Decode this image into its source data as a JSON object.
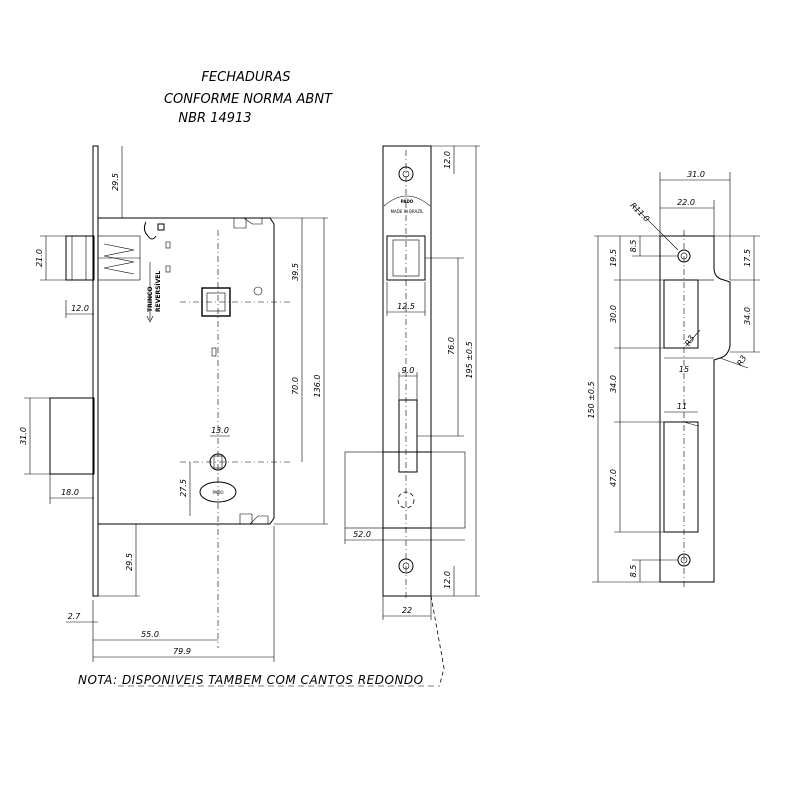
{
  "title": {
    "line1": "FECHADURAS",
    "line2": "CONFORME NORMA ABNT",
    "line3": "NBR 14913"
  },
  "front_view": {
    "labels": {
      "trinco": "TRINCO",
      "reversivel": "REVERSÍVEL"
    },
    "dims": {
      "top_offset": "29.5",
      "latch_height": "21.0",
      "latch_projection": "12.0",
      "deadbolt_height": "31.0",
      "deadbolt_projection": "18.0",
      "bottom_offset": "29.5",
      "faceplate_thickness": "2.7",
      "backset": "55.0",
      "overall_width": "79.9",
      "handle_to_top": "39.5",
      "handle_to_cylinder": "70.0",
      "case_height": "136.0",
      "cylinder_width": "13.0",
      "cylinder_height": "27.5"
    }
  },
  "side_view": {
    "brand": "PADO",
    "made_in": "MADE IN BRAZIL",
    "dims": {
      "screw_top": "12.0",
      "latch_width": "12.5",
      "latch_to_bolt": "76.0",
      "faceplate_length": "195 ±0.5",
      "bolt_width": "9.0",
      "case_depth": "52.0",
      "screw_bottom": "12.0",
      "faceplate_width": "22"
    }
  },
  "strike_plate": {
    "dims": {
      "overall_width": "31.0",
      "radius_large": "R11.0",
      "inner_width": "22.0",
      "hole_top": "8.5",
      "top_offset": "19.5",
      "lip_offset": "17.5",
      "latch_opening": "30.0",
      "lip_height": "34.0",
      "radius_a": "R3",
      "radius_b": "R3",
      "spacing": "34.0",
      "opening_depth": "15",
      "length": "150 ±0.5",
      "bolt_width": "11",
      "bolt_opening": "47.0",
      "hole_bottom": "8.5"
    }
  },
  "note": "NOTA: DISPONIVEIS TAMBEM COM CANTOS REDONDO"
}
